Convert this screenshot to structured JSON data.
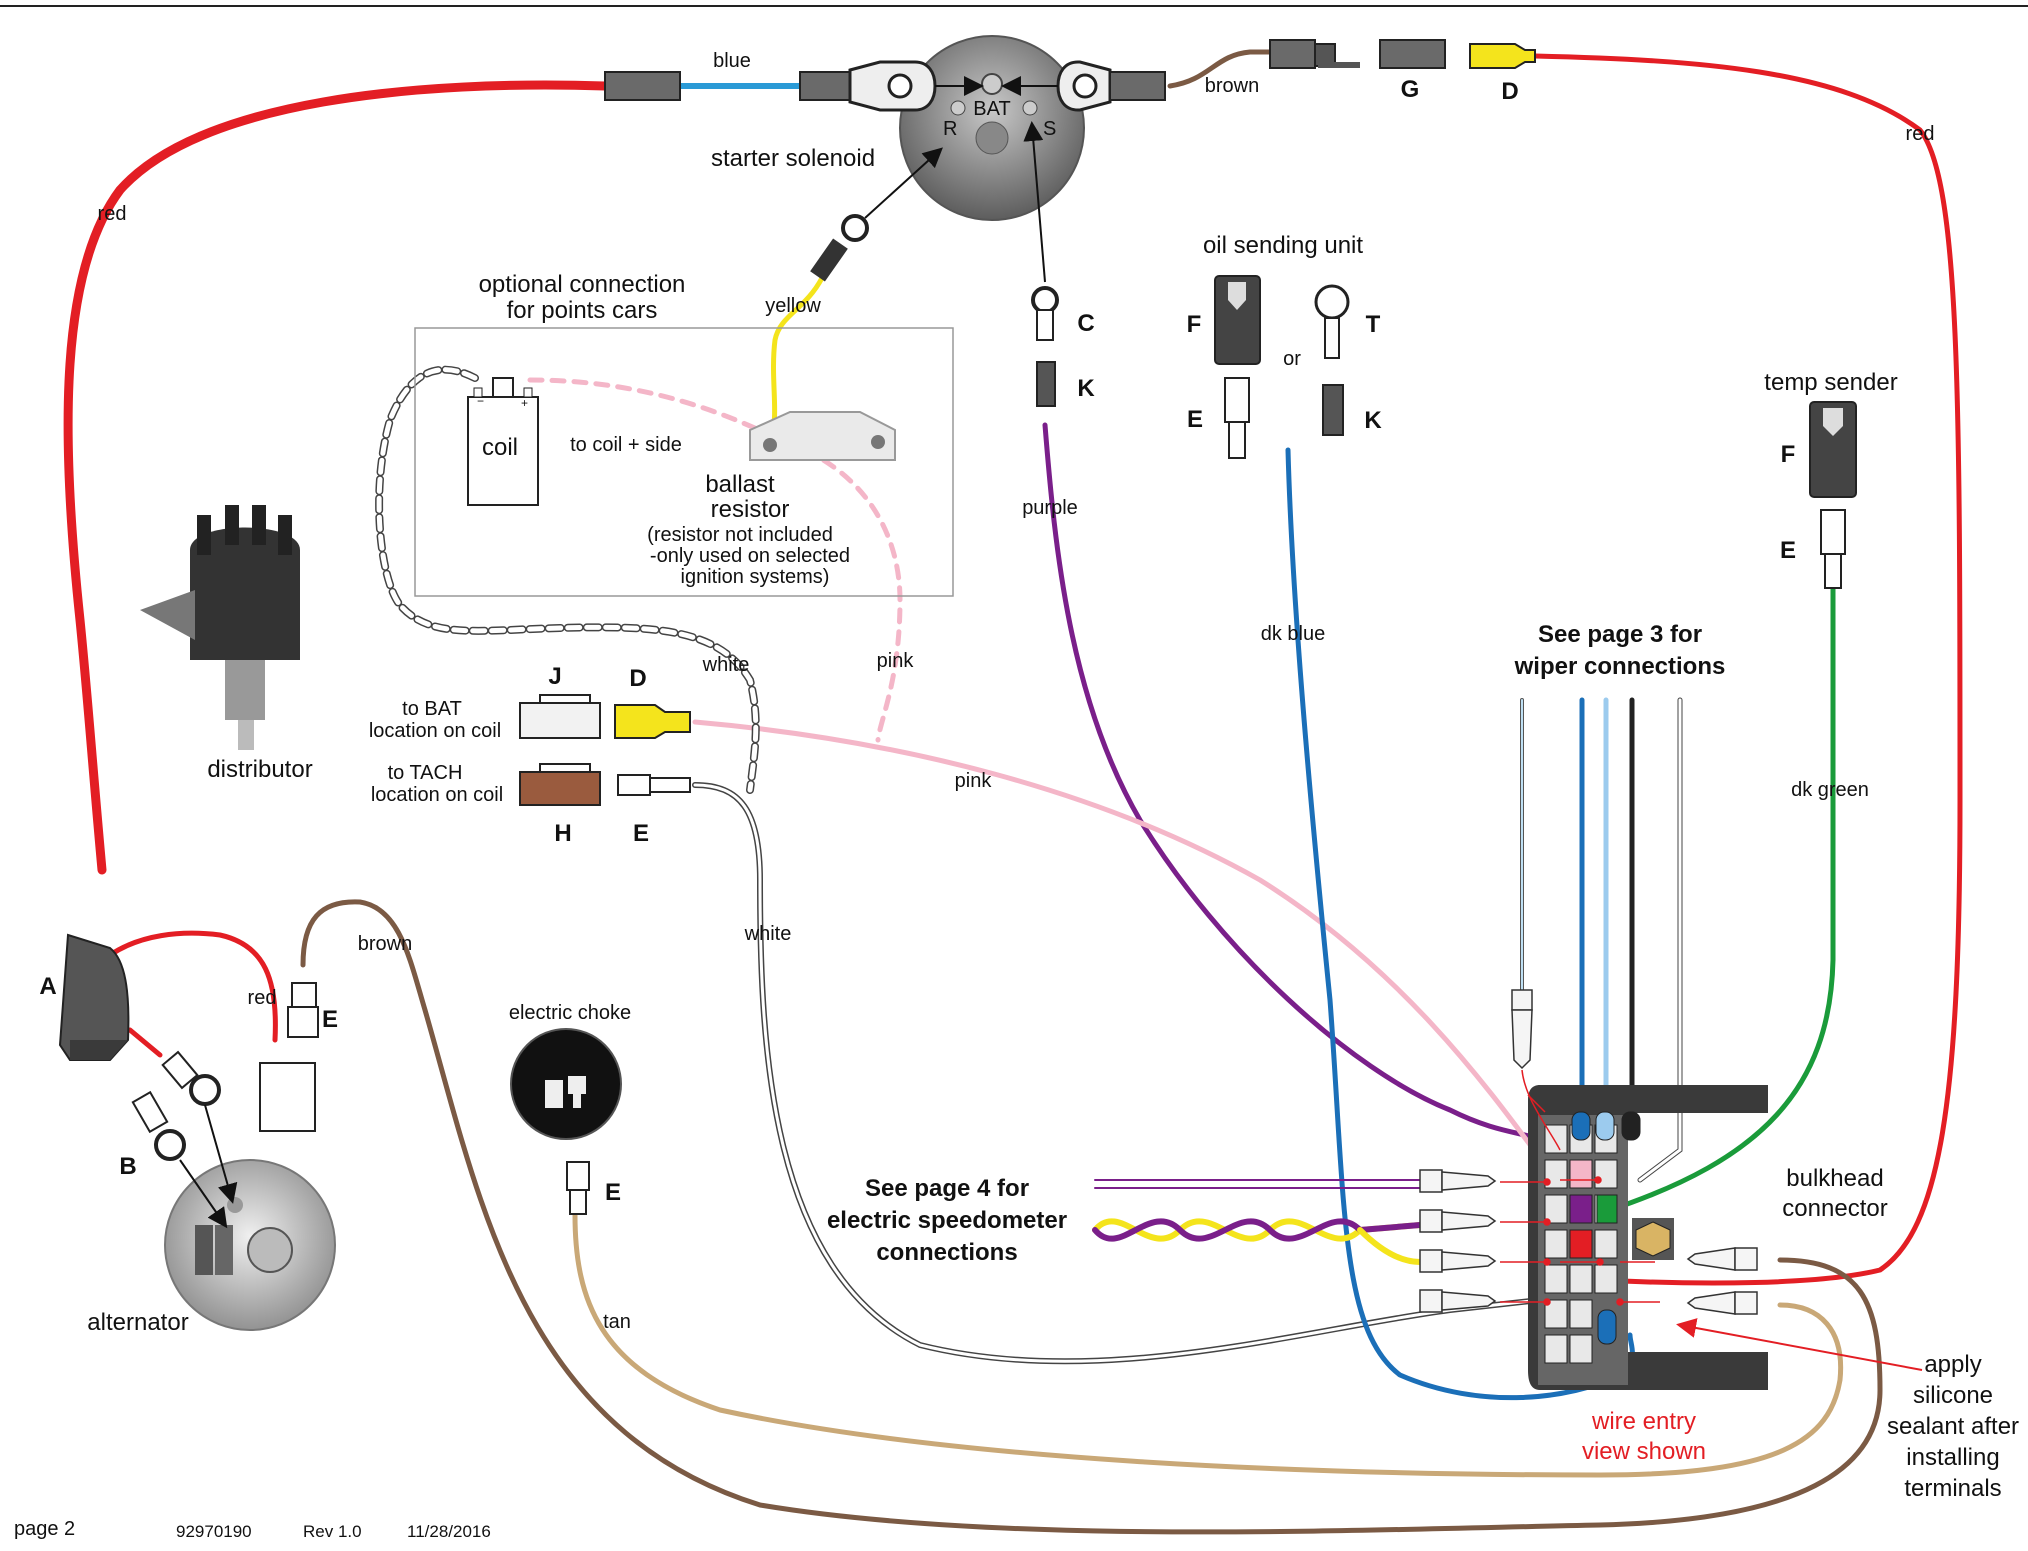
{
  "wire_colors": {
    "red": "#e31e24",
    "blue": "#2a9ad6",
    "brown": "#7b5a44",
    "yellow": "#f4e41c",
    "pink": "#f4b6c8",
    "purple": "#7a1f8a",
    "dk_blue": "#1b6fb8",
    "dk_green": "#1a9b3a",
    "tan": "#c9a877",
    "white": "#ffffff",
    "black": "#222222"
  },
  "labels": {
    "blue": "blue",
    "brown": "brown",
    "red": "red",
    "starter_solenoid": "starter solenoid",
    "bat": "BAT",
    "r": "R",
    "s": "S",
    "yellow": "yellow",
    "optional_1": "optional connection",
    "optional_2": "for points cars",
    "coil": "coil",
    "coil_minus": "−",
    "coil_plus": "+",
    "to_coil_side": "to coil + side",
    "ballast_1": "ballast",
    "ballast_2": "resistor",
    "ballast_note_1": "(resistor not included",
    "ballast_note_2": "-only used on selected",
    "ballast_note_3": "ignition systems)",
    "distributor": "distributor",
    "white": "white",
    "pink": "pink",
    "purple": "purple",
    "oil_sending_unit": "oil sending unit",
    "or": "or",
    "dk_blue": "dk blue",
    "temp_sender": "temp sender",
    "dk_green": "dk green",
    "wiper_1": "See page 3 for",
    "wiper_2": "wiper connections",
    "to_bat_1": "to BAT",
    "to_bat_2": "location on coil",
    "to_tach_1": "to TACH",
    "to_tach_2": "location on coil",
    "electric_choke": "electric choke",
    "tan": "tan",
    "speedo_1": "See page 4 for",
    "speedo_2": "electric speedometer",
    "speedo_3": "connections",
    "bulkhead_1": "bulkhead",
    "bulkhead_2": "connector",
    "wire_entry_1": "wire entry",
    "wire_entry_2": "view shown",
    "apply_1": "apply",
    "apply_2": "silicone",
    "apply_3": "sealant after",
    "apply_4": "installing",
    "apply_5": "terminals",
    "alternator": "alternator"
  },
  "letters": {
    "A": "A",
    "B": "B",
    "C": "C",
    "D": "D",
    "E": "E",
    "F": "F",
    "G": "G",
    "H": "H",
    "J": "J",
    "K": "K",
    "T": "T"
  },
  "footer": {
    "page": "page 2",
    "part_number": "92970190",
    "revision": "Rev 1.0",
    "date": "11/28/2016"
  }
}
